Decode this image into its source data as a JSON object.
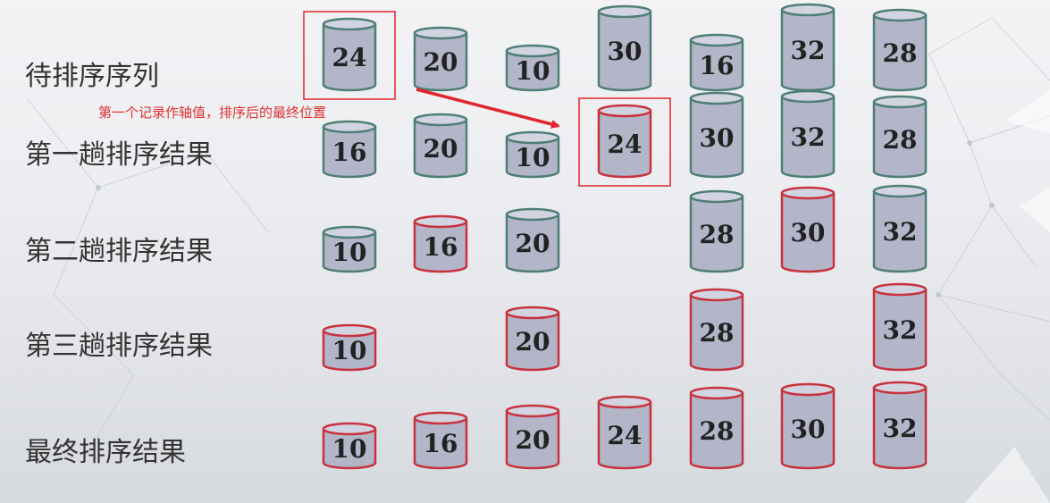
{
  "row_labels": [
    "待排序序列",
    "第一趟排序结果",
    "第二趟排序结果",
    "第三趟排序结果",
    "最终排序结果"
  ],
  "annotation": "第一个记录作轴值，排序后的最终位置",
  "colors": {
    "normal": "#4e7f76",
    "highlight": "#c8323c",
    "fill": "#b3b5c9",
    "box": "#e0262c",
    "arrow": "#e0262c"
  },
  "rows": [
    {
      "label_index": 0,
      "items": [
        {
          "value": "24",
          "state": "normal",
          "boxed": true
        },
        {
          "value": "20",
          "state": "normal"
        },
        {
          "value": "10",
          "state": "normal"
        },
        {
          "value": "30",
          "state": "normal"
        },
        {
          "value": "16",
          "state": "normal"
        },
        {
          "value": "32",
          "state": "normal"
        },
        {
          "value": "28",
          "state": "normal"
        }
      ]
    },
    {
      "label_index": 1,
      "items": [
        {
          "value": "16",
          "state": "normal"
        },
        {
          "value": "20",
          "state": "normal"
        },
        {
          "value": "10",
          "state": "normal"
        },
        {
          "value": "24",
          "state": "highlight",
          "boxed": true
        },
        {
          "value": "30",
          "state": "normal"
        },
        {
          "value": "32",
          "state": "normal"
        },
        {
          "value": "28",
          "state": "normal"
        }
      ]
    },
    {
      "label_index": 2,
      "items": [
        {
          "value": "10",
          "state": "normal"
        },
        {
          "value": "16",
          "state": "highlight"
        },
        {
          "value": "20",
          "state": "normal"
        },
        null,
        {
          "value": "28",
          "state": "normal"
        },
        {
          "value": "30",
          "state": "highlight"
        },
        {
          "value": "32",
          "state": "normal"
        }
      ]
    },
    {
      "label_index": 3,
      "items": [
        {
          "value": "10",
          "state": "highlight"
        },
        null,
        {
          "value": "20",
          "state": "highlight"
        },
        null,
        {
          "value": "28",
          "state": "highlight"
        },
        null,
        {
          "value": "32",
          "state": "highlight"
        }
      ]
    },
    {
      "label_index": 4,
      "items": [
        {
          "value": "10",
          "state": "highlight"
        },
        {
          "value": "16",
          "state": "highlight"
        },
        {
          "value": "20",
          "state": "highlight"
        },
        {
          "value": "24",
          "state": "highlight"
        },
        {
          "value": "28",
          "state": "highlight"
        },
        {
          "value": "30",
          "state": "highlight"
        },
        {
          "value": "32",
          "state": "highlight"
        }
      ]
    }
  ]
}
